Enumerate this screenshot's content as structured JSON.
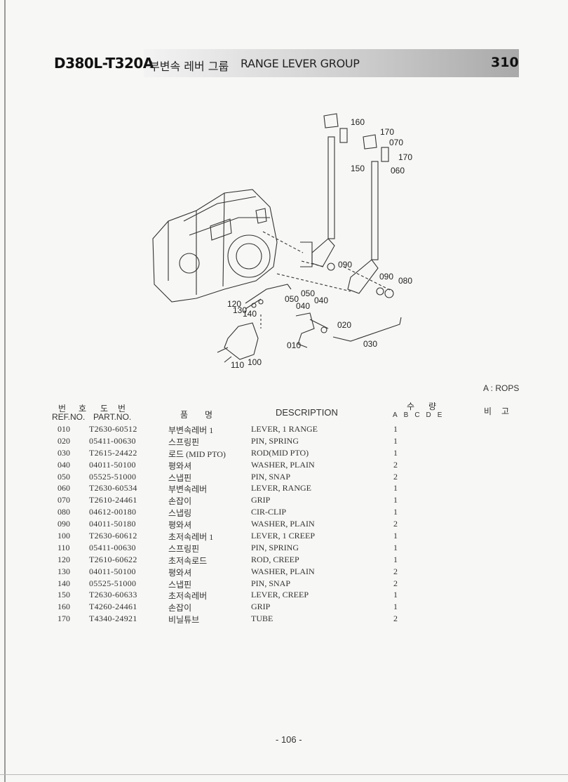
{
  "header": {
    "model": "D380L-T320A",
    "group_name_ko": "부변속 레버 그룹",
    "group_name_en": "RANGE LEVER GROUP",
    "page_code": "310"
  },
  "diagram": {
    "callouts": [
      "160",
      "170",
      "070",
      "170",
      "150",
      "060",
      "090",
      "090",
      "080",
      "050",
      "040",
      "040",
      "050",
      "120",
      "130",
      "140",
      "020",
      "010",
      "030",
      "110",
      "100"
    ]
  },
  "note": "A : ROPS",
  "table": {
    "headers": {
      "refno_ko": "번호",
      "partno_ko": "도번",
      "refno": "REF.NO.",
      "partno": "PART.NO.",
      "name_ko": "품명",
      "description": "DESCRIPTION",
      "qty_ko": "수량",
      "qty_cols": "ABCDE",
      "remark_ko": "비고"
    },
    "rows": [
      {
        "ref": "010",
        "part": "T2630-60512",
        "name": "부변속레버 1",
        "desc": "LEVER, 1 RANGE",
        "qty": "1"
      },
      {
        "ref": "020",
        "part": "05411-00630",
        "name": "스프링핀",
        "desc": "PIN, SPRING",
        "qty": "1"
      },
      {
        "ref": "030",
        "part": "T2615-24422",
        "name": "로드 (MID PTO)",
        "desc": "ROD(MID PTO)",
        "qty": "1"
      },
      {
        "ref": "040",
        "part": "04011-50100",
        "name": "평와셔",
        "desc": "WASHER, PLAIN",
        "qty": "2"
      },
      {
        "ref": "050",
        "part": "05525-51000",
        "name": "스냅핀",
        "desc": "PIN, SNAP",
        "qty": "2"
      },
      {
        "ref": "060",
        "part": "T2630-60534",
        "name": "부변속레버",
        "desc": "LEVER, RANGE",
        "qty": "1"
      },
      {
        "ref": "070",
        "part": "T2610-24461",
        "name": "손잡이",
        "desc": "GRIP",
        "qty": "1"
      },
      {
        "ref": "080",
        "part": "04612-00180",
        "name": "스냅링",
        "desc": "CIR-CLIP",
        "qty": "1"
      },
      {
        "ref": "090",
        "part": "04011-50180",
        "name": "평와셔",
        "desc": "WASHER, PLAIN",
        "qty": "2"
      },
      {
        "ref": "100",
        "part": "T2630-60612",
        "name": "초저속레버 1",
        "desc": "LEVER, 1 CREEP",
        "qty": "1"
      },
      {
        "ref": "110",
        "part": "05411-00630",
        "name": "스프링핀",
        "desc": "PIN, SPRING",
        "qty": "1"
      },
      {
        "ref": "120",
        "part": "T2610-60622",
        "name": "초저속로드",
        "desc": "ROD, CREEP",
        "qty": "1"
      },
      {
        "ref": "130",
        "part": "04011-50100",
        "name": "평와셔",
        "desc": "WASHER, PLAIN",
        "qty": "2"
      },
      {
        "ref": "140",
        "part": "05525-51000",
        "name": "스냅핀",
        "desc": "PIN, SNAP",
        "qty": "2"
      },
      {
        "ref": "150",
        "part": "T2630-60633",
        "name": "초저속레버",
        "desc": "LEVER, CREEP",
        "qty": "1"
      },
      {
        "ref": "160",
        "part": "T4260-24461",
        "name": "손잡이",
        "desc": "GRIP",
        "qty": "1"
      },
      {
        "ref": "170",
        "part": "T4340-24921",
        "name": "비닐튜브",
        "desc": "TUBE",
        "qty": "2"
      }
    ]
  },
  "footer": {
    "page_number": "- 106 -"
  }
}
